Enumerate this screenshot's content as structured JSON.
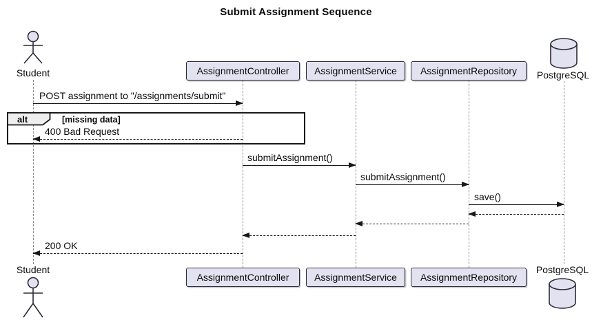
{
  "title": "Submit Assignment Sequence",
  "participants": {
    "student": {
      "label": "Student",
      "type": "actor"
    },
    "controller": {
      "label": "AssignmentController",
      "type": "participant"
    },
    "service": {
      "label": "AssignmentService",
      "type": "participant"
    },
    "repository": {
      "label": "AssignmentRepository",
      "type": "participant"
    },
    "database": {
      "label": "PostgreSQL",
      "type": "database"
    }
  },
  "alt_frame": {
    "operator": "alt",
    "guard": "[missing data]"
  },
  "messages": [
    {
      "label": "POST assignment to \"/assignments/submit\"",
      "from": "Student",
      "to": "AssignmentController",
      "line": "solid"
    },
    {
      "label": "400 Bad Request",
      "from": "AssignmentController",
      "to": "Student",
      "line": "dashed"
    },
    {
      "label": "submitAssignment()",
      "from": "AssignmentController",
      "to": "AssignmentService",
      "line": "solid"
    },
    {
      "label": "submitAssignment()",
      "from": "AssignmentService",
      "to": "AssignmentRepository",
      "line": "solid"
    },
    {
      "label": "save()",
      "from": "AssignmentRepository",
      "to": "PostgreSQL",
      "line": "solid"
    },
    {
      "label": "",
      "from": "PostgreSQL",
      "to": "AssignmentRepository",
      "line": "dashed"
    },
    {
      "label": "",
      "from": "AssignmentRepository",
      "to": "AssignmentService",
      "line": "dashed"
    },
    {
      "label": "",
      "from": "AssignmentService",
      "to": "AssignmentController",
      "line": "dashed"
    },
    {
      "label": "200 OK",
      "from": "AssignmentController",
      "to": "Student",
      "line": "dashed"
    }
  ],
  "colors": {
    "participant_fill": "#E2E2F0",
    "participant_border": "#2b2b38",
    "lifeline": "#8a8a8a",
    "arrow": "#181818",
    "frame_header_fill": "#EEEEEE",
    "background": "#FFFFFF"
  }
}
